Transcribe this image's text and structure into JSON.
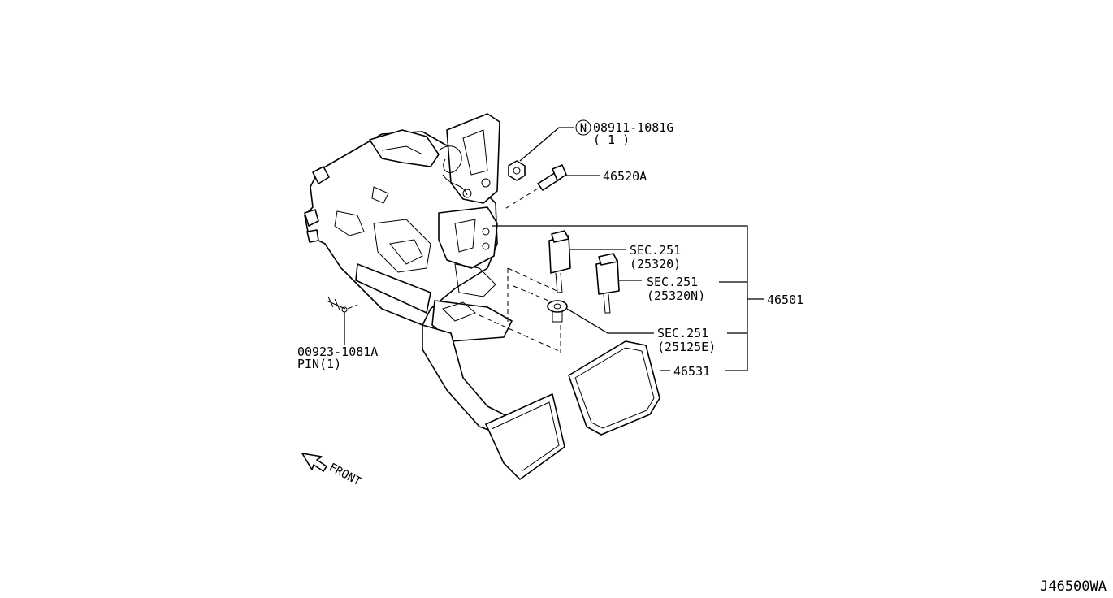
{
  "callouts": {
    "nut_part": "08911-1081G",
    "nut_qty": "( 1 )",
    "nut_symbol": "N",
    "bolt_part": "46520A",
    "switch1_sec": "SEC.251",
    "switch1_ref": "(25320)",
    "switch2_sec": "SEC.251",
    "switch2_ref": "(25320N)",
    "switch3_sec": "SEC.251",
    "switch3_ref": "(25125E)",
    "assembly_part": "46501",
    "pad_part": "46531",
    "pin_part": "00923-1081A",
    "pin_qty": "PIN(1)"
  },
  "direction_label": "FRONT",
  "diagram_code": "J46500WA"
}
